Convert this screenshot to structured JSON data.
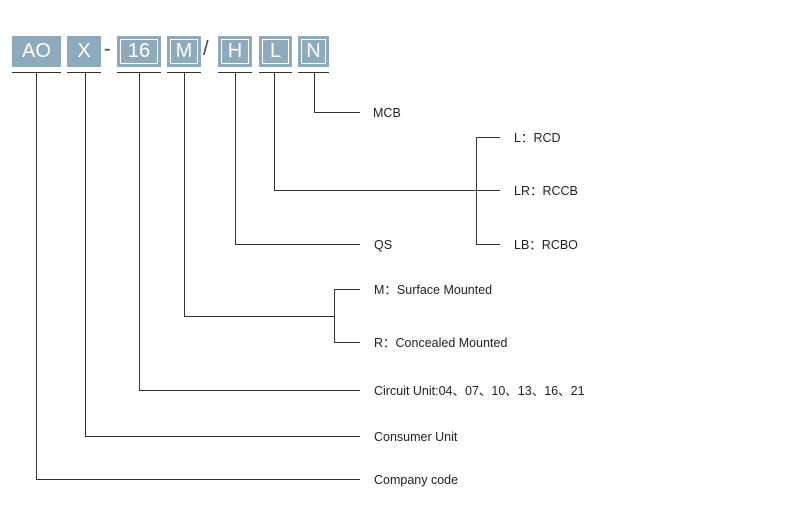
{
  "code_segments": [
    {
      "id": "AO",
      "text": "AO",
      "framed": false
    },
    {
      "id": "X",
      "text": "X",
      "framed": false
    },
    {
      "id": "16",
      "text": "16",
      "framed": true
    },
    {
      "id": "M",
      "text": "M",
      "framed": true
    },
    {
      "id": "H",
      "text": "H",
      "framed": true
    },
    {
      "id": "L",
      "text": "L",
      "framed": true
    },
    {
      "id": "N",
      "text": "N",
      "framed": true
    }
  ],
  "separators": {
    "dash": "-",
    "slash": "/"
  },
  "labels": {
    "mcb": "MCB",
    "l_rcd": "L：RCD",
    "lr_rccb": "LR：RCCB",
    "lb_rcbo": "LB：RCBO",
    "qs": "QS",
    "m_surface": "M：Surface Mounted",
    "r_concealed": "R：Concealed Mounted",
    "circuit_unit": "Circuit Unit:04、07、10、13、16、21",
    "consumer_unit": "Consumer Unit",
    "company_code": "Company code"
  },
  "colors": {
    "box_fill": "#8faabd",
    "line": "#333333"
  }
}
